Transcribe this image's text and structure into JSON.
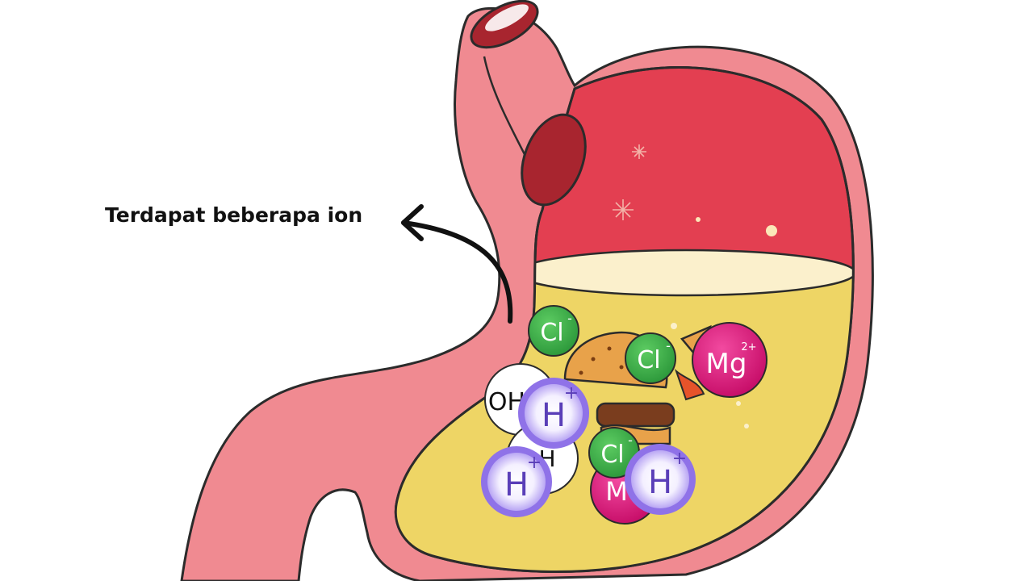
{
  "caption": "Terdapat beberapa ion",
  "colors": {
    "stomach_wall": "#f08a91",
    "stomach_outline": "#2b2b2b",
    "stomach_inner": "#e33f51",
    "sphincter": "#a8252f",
    "gastric_fluid": "#eed565",
    "fluid_surface": "#fbf0cc",
    "chloride": "#3db34a",
    "magnesium": "#e0197f",
    "hydrogen": "#8f72e8",
    "hydroxide": "#ffffff"
  },
  "ions": {
    "cl1": {
      "symbol": "Cl",
      "charge": "-"
    },
    "cl2": {
      "symbol": "Cl",
      "charge": "-"
    },
    "cl3": {
      "symbol": "Cl",
      "charge": "-"
    },
    "mg1": {
      "symbol": "Mg",
      "charge": "2+"
    },
    "mg2": {
      "symbol": "M",
      "charge": ""
    },
    "oh1": {
      "symbol": "OH",
      "charge": ""
    },
    "oh2": {
      "symbol": "OH",
      "charge": ""
    },
    "h1": {
      "symbol": "H",
      "charge": "+"
    },
    "h2": {
      "symbol": "H",
      "charge": "+"
    },
    "h3": {
      "symbol": "H",
      "charge": "+"
    }
  }
}
